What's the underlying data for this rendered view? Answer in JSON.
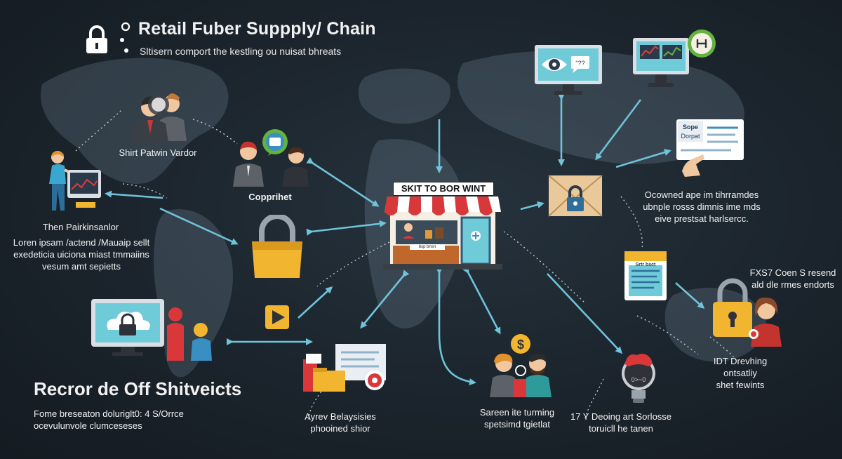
{
  "header": {
    "title": "Retail Fuber Suppply/ Chain",
    "subtitle": "Sltisern comport the kestling ou nuisat bhreats"
  },
  "store": {
    "sign": "SKIT TO BOR WINT",
    "counter_label": "bsp bnsn"
  },
  "labels": {
    "vendor": "Shirt Patwin Vardor",
    "copprihet": "Copprihet",
    "partner_title": "Then Pairkinsanlor",
    "partner_desc": [
      "Loren ipsam /actend /Mauaip sellt",
      "exedeticia uiciona miast tmmaiins",
      "vesum amt sepietts"
    ],
    "right_desc": [
      "Ocowned ape im tihrramdes",
      "ubnple rosss dimnis ime mds",
      "eive prestsat harlsercc."
    ],
    "fxs": [
      "FXS7 Coen S resend",
      "ald dle rmes endorts"
    ],
    "idt": [
      "IDT Drevhing",
      "ontsatliy",
      "shet fewints"
    ],
    "y_deoing": [
      "17 Y Deoing art Sorlosse",
      "toruicll he tanen"
    ],
    "sareen": [
      "Sareen ite turming",
      "spetsimd tgietlat"
    ],
    "ayrev": [
      "Ayrev Belaysisies",
      "phooined shior"
    ],
    "bottom_title": "Recror de Off Shitveicts",
    "bottom_desc": [
      "Fome breseaton doluriglt0: 4 S/Orrce",
      "ocevulunvole clumceseses"
    ]
  },
  "icons": {
    "doc_card_title": "Sope",
    "doc_card_sub": "Dorpat",
    "report_card_title": "Srtr bsct",
    "dollar_symbol": "$",
    "bulb_text": "0>~0"
  },
  "colors": {
    "background": "#1b242c",
    "arrow": "#6fc3da",
    "lock_yellow": "#f2b530",
    "monitor": "#d9dfe4",
    "screen": "#6fcbd8",
    "awning_red": "#d8383a",
    "accent_green": "#63b33d",
    "red": "#d9373a"
  }
}
